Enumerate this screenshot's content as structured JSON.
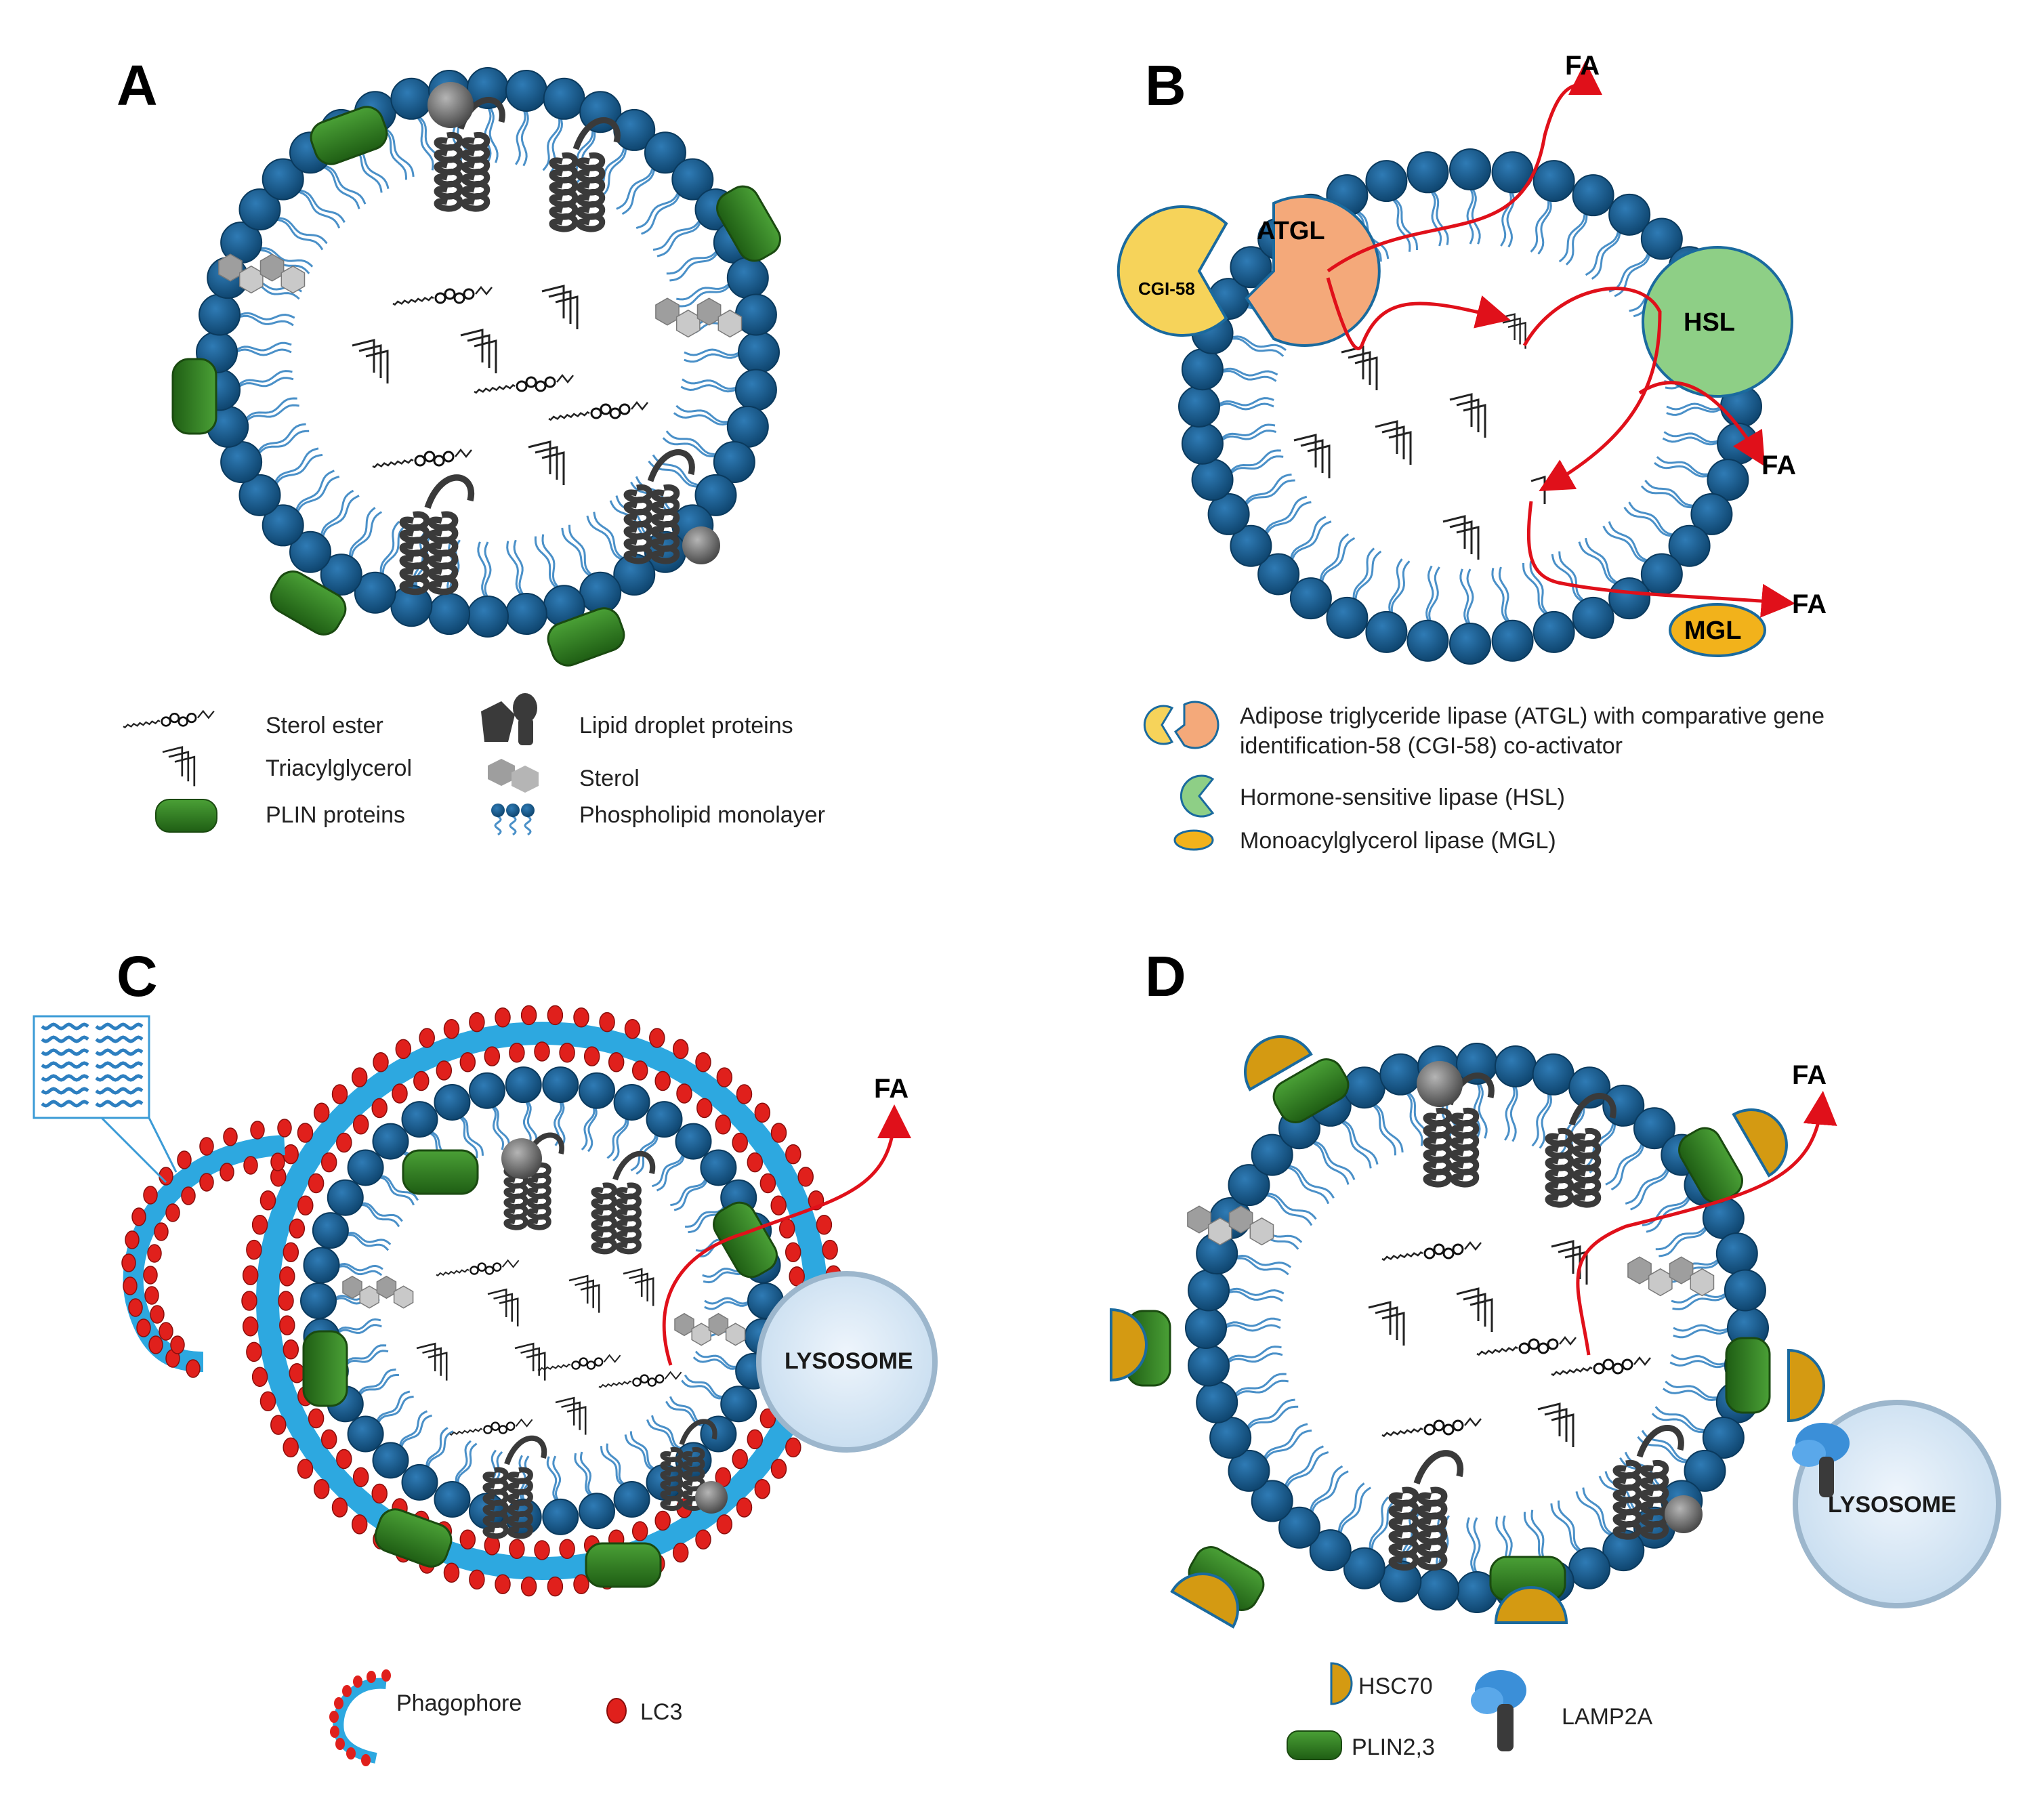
{
  "panels": {
    "a": {
      "letter": "A"
    },
    "b": {
      "letter": "B"
    },
    "c": {
      "letter": "C"
    },
    "d": {
      "letter": "D"
    }
  },
  "panel_b": {
    "atgl": "ATGL",
    "cgi58": "CGI-58",
    "hsl": "HSL",
    "mgl": "MGL",
    "fa_labels": [
      "FA",
      "FA",
      "FA"
    ]
  },
  "panel_c": {
    "fa": "FA",
    "lysosome": "LYSOSOME"
  },
  "panel_d": {
    "fa": "FA",
    "lysosome": "LYSOSOME"
  },
  "legend_a": {
    "sterol_ester": "Sterol ester",
    "triacylglycerol": "Triacylglycerol",
    "plin_proteins": "PLIN proteins",
    "lipid_droplet_proteins": "Lipid droplet proteins",
    "sterol": "Sterol",
    "phospholipid_monolayer": "Phospholipid monolayer"
  },
  "legend_b": {
    "atgl_line1": "Adipose triglyceride lipase (ATGL) with comparative gene",
    "atgl_line2": "identification-58 (CGI-58) co-activator",
    "hsl": "Hormone-sensitive lipase (HSL)",
    "mgl": "Monoacylglycerol lipase (MGL)"
  },
  "legend_c": {
    "phagophore": "Phagophore",
    "lc3": "LC3"
  },
  "legend_d": {
    "hsc70": "HSC70",
    "plin23": "PLIN2,3",
    "lamp2a": "LAMP2A"
  },
  "colors": {
    "phospholipid_head": "#1a5c8e",
    "tail": "#4a90c8",
    "plin": "#2e7d1e",
    "atgl": "#f4a97a",
    "cgi58": "#f6d35a",
    "hsl": "#8ecf86",
    "mgl": "#f2b21b",
    "hsc70": "#d49a12",
    "lc3": "#e0201c",
    "phagophore_band": "#2da8e0",
    "lysosome": "#dcebf7",
    "arrow": "#e0101a"
  }
}
